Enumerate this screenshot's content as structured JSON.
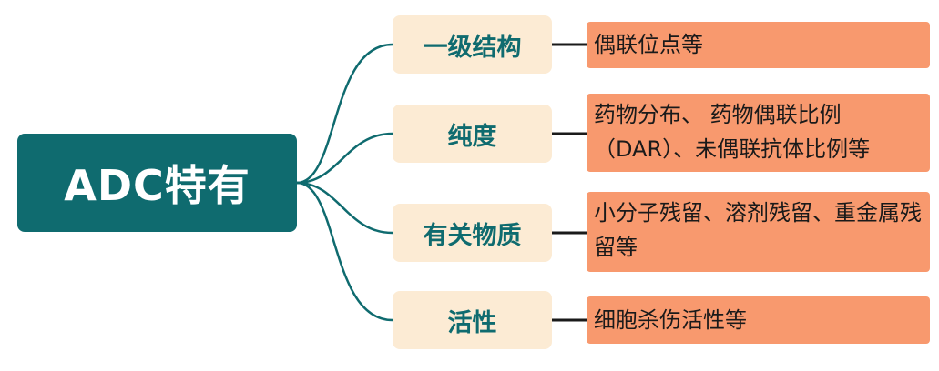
{
  "root": {
    "label": "ADC特有"
  },
  "branches": [
    {
      "label": "一级结构",
      "detail": "偶联位点等"
    },
    {
      "label": "纯度",
      "detail": "药物分布、 药物偶联比例（DAR）、未偶联抗体比例等"
    },
    {
      "label": "有关物质",
      "detail": "小分子残留、溶剂残留、重金属残留等"
    },
    {
      "label": "活性",
      "detail": "细胞杀伤活性等"
    }
  ],
  "colors": {
    "root_fill": "#0f6b6f",
    "branch_fill": "#fcebd4",
    "branch_text": "#0f6b6f",
    "leaf_fill": "#f8996e",
    "connector": "#0f6b6f"
  }
}
